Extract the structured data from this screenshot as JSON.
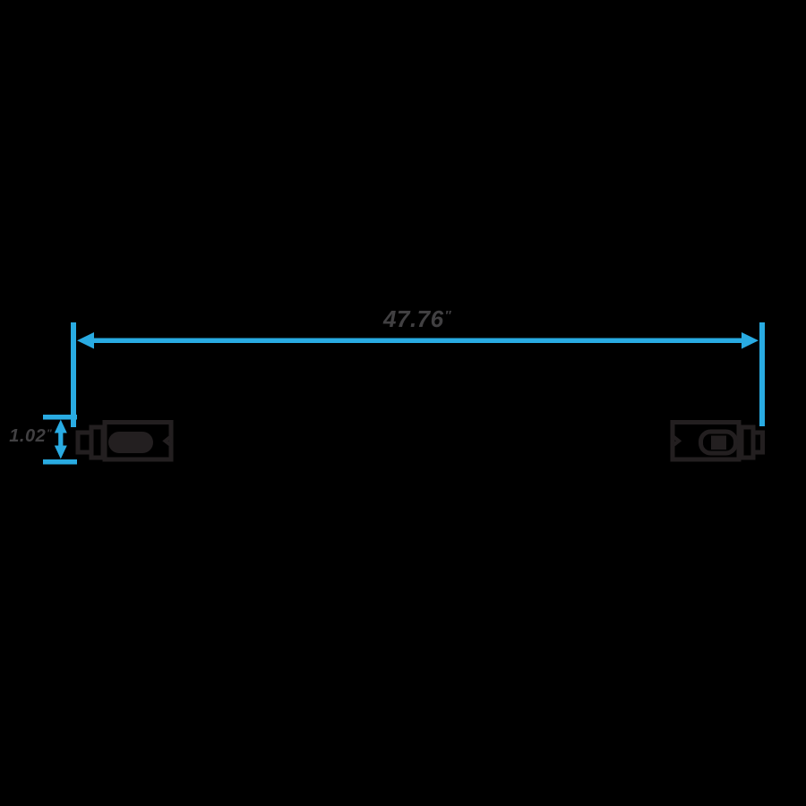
{
  "page": {
    "background": "#000000"
  },
  "colors": {
    "dimension_accent": "#29ABE2",
    "artwork_line": "#231F20",
    "label_text": "#414042"
  },
  "dimensions": {
    "length": {
      "value": "47.76",
      "unit": "″"
    },
    "height": {
      "value": "1.02",
      "unit": "″"
    }
  },
  "icons": {
    "arrowhead_left": "triangle-left",
    "arrowhead_right": "triangle-right",
    "arrowhead_up": "triangle-up",
    "arrowhead_down": "triangle-down"
  }
}
